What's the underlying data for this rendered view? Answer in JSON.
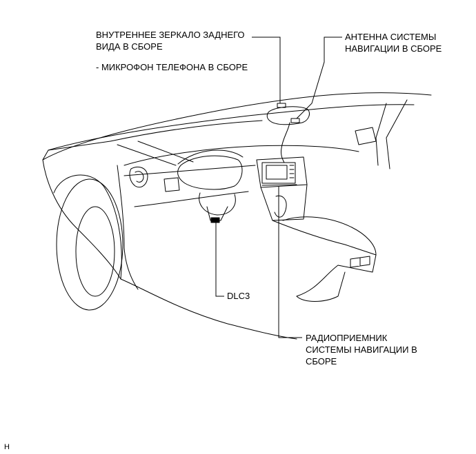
{
  "labels": {
    "mirror_line1": "ВНУТРЕННЕЕ ЗЕРКАЛО ЗАДНЕГО",
    "mirror_line2": "ВИДА В СБОРЕ",
    "microphone": "- МИКРОФОН ТЕЛЕФОНА В СБОРЕ",
    "antenna_line1": "АНТЕННА СИСТЕМЫ",
    "antenna_line2": "НАВИГАЦИИ В СБОРЕ",
    "dlc3": "DLC3",
    "receiver_line1": "РАДИОПРИЕМНИК",
    "receiver_line2": "СИСТЕМЫ НАВИГАЦИИ В",
    "receiver_line3": "СБОРЕ"
  },
  "figure_id": "H"
}
